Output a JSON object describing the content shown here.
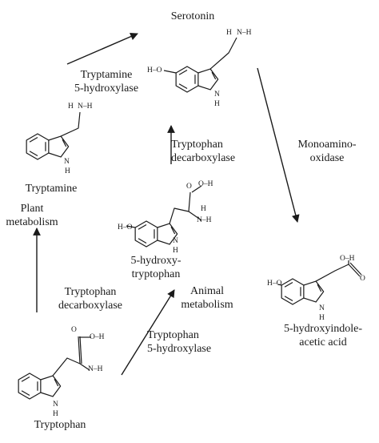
{
  "labels": {
    "serotonin": "Serotonin",
    "tryptamine_hydroxylase": [
      "Tryptamine",
      "5-hydroxylase"
    ],
    "tryptophan_decarboxylase_top": [
      "Tryptophan",
      "decarboxylase"
    ],
    "monoamino_oxidase": [
      "Monoamino-",
      "oxidase"
    ],
    "tryptamine": "Tryptamine",
    "plant_metabolism": [
      "Plant",
      "metabolism"
    ],
    "hydroxy_tryptophan": [
      "5-hydroxy-",
      "tryptophan"
    ],
    "hydroxyindole_acetic_acid": [
      "5-hydroxyindole-",
      "acetic acid"
    ],
    "tryptophan_decarboxylase_left": [
      "Tryptophan",
      "decarboxylase"
    ],
    "animal_metabolism": [
      "Animal",
      "metabolism"
    ],
    "tryptophan_hydroxylase": [
      "Tryptophan",
      "5-hydroxylase"
    ],
    "tryptophan": "Tryptophan"
  },
  "atoms": {
    "N": "N",
    "H": "H",
    "O": "O",
    "HO": "H–O",
    "OH": "O–H",
    "NH2": "N–H"
  },
  "colors": {
    "ink": "#1a1a1a",
    "background": "#ffffff"
  }
}
